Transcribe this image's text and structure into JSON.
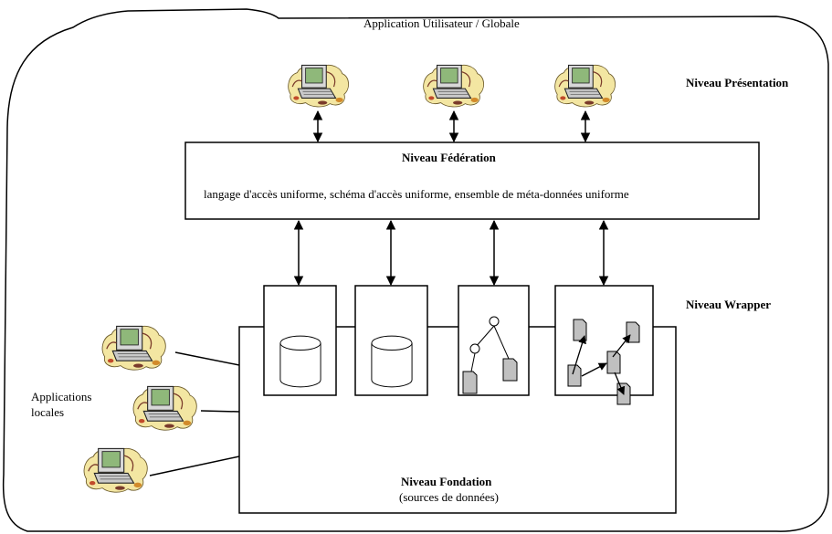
{
  "outer_title": "Application Utilisateur / Globale",
  "levels": {
    "presentation": "Niveau Présentation",
    "federation_title": "Niveau Fédération",
    "federation_desc": "langage d'accès uniforme, schéma d'accès uniforme, ensemble de méta-données uniforme",
    "wrapper": "Niveau Wrapper",
    "foundation_title": "Niveau Fondation",
    "foundation_sub": "(sources de données)"
  },
  "local_apps": [
    "Applications",
    "locales"
  ],
  "icons": {
    "computer": "computer-icon",
    "database": "database-icon",
    "tree": "tree-structure-icon",
    "documents": "linked-documents-icon"
  },
  "colors": {
    "line": "#000000",
    "doc_fill": "#c0c0c0",
    "monitor_green": "#8fb87a",
    "monitor_body": "#d8d8d8",
    "cloud": "#f3e6a2",
    "background": "#ffffff"
  }
}
